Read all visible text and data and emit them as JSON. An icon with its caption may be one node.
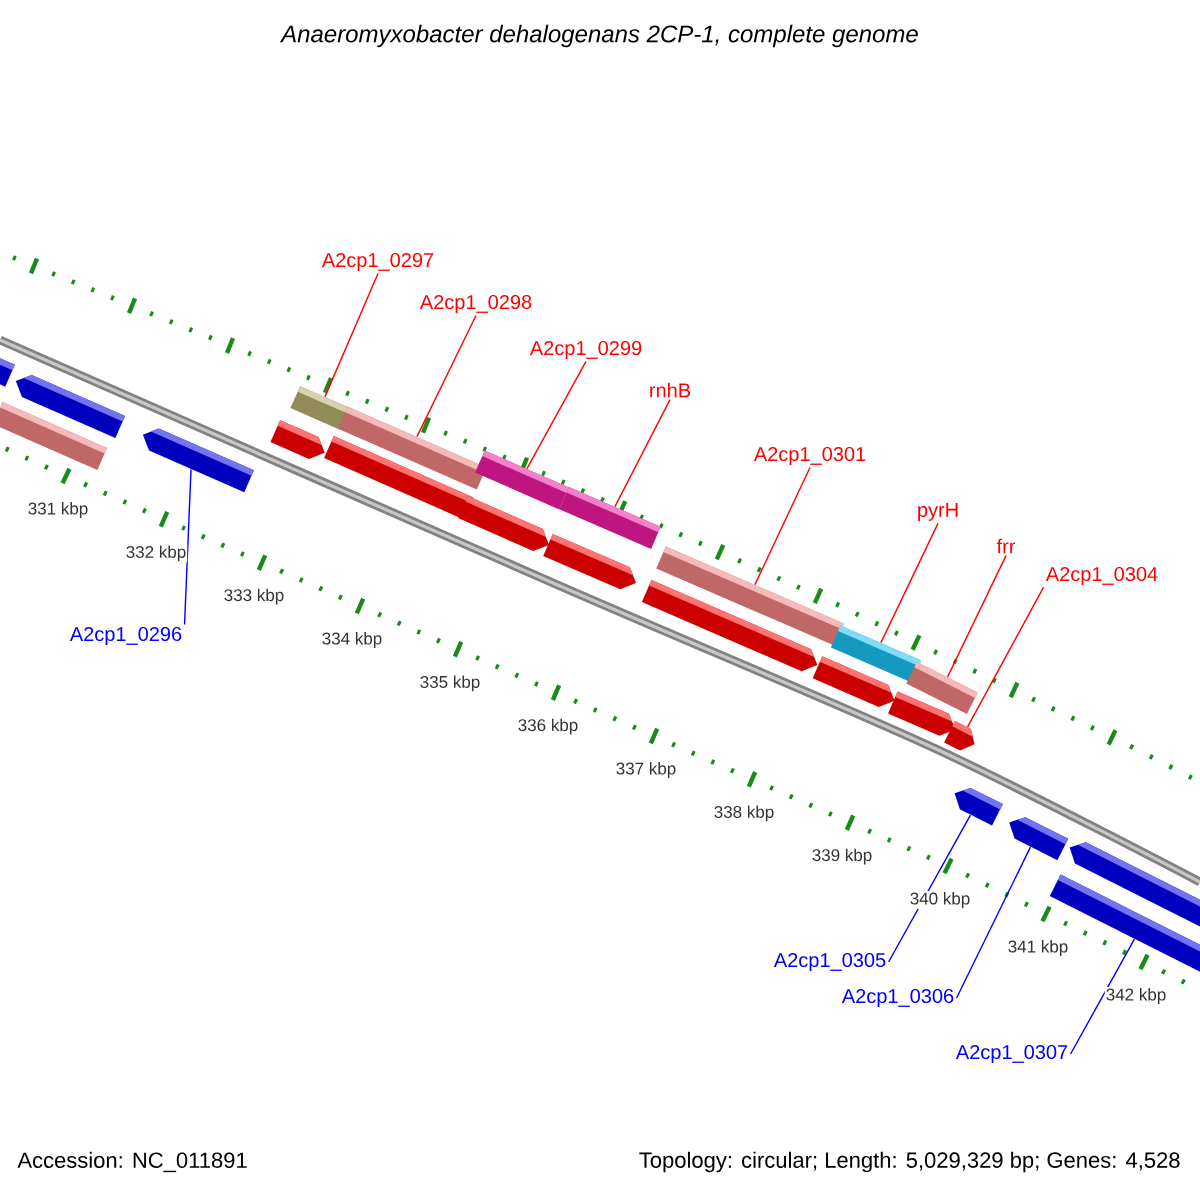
{
  "diagram": {
    "title": "Anaeromyxobacter dehalogenans 2CP-1, complete genome",
    "nodes": [
      {
        "text": [
          "A2cp1_0297"
        ]
      },
      {
        "text": [
          "A2cp1_0298"
        ]
      },
      {
        "text": [
          "A2cp1_0299"
        ]
      },
      {
        "text": [
          "rnhB"
        ]
      },
      {
        "text": [
          "A2cp1_0301"
        ]
      },
      {
        "text": [
          "pyrH"
        ]
      },
      {
        "text": [
          "frr"
        ]
      },
      {
        "text": [
          "A2cp1_0304"
        ]
      },
      {
        "text": [
          "A2cp1_0296"
        ]
      },
      {
        "text": [
          "A2cp1_0305"
        ]
      },
      {
        "text": [
          "A2cp1_0306"
        ]
      },
      {
        "text": [
          "A2cp1_0307"
        ]
      },
      {
        "text": [],
        "shape": "pentagon"
      },
      {
        "text": [],
        "shape": "box"
      },
      {
        "text": [],
        "shape": "pentagon"
      },
      {
        "text": [],
        "shape": "pentagon"
      },
      {
        "text": [],
        "shape": "pentagon"
      },
      {
        "text": [],
        "shape": "box"
      },
      {
        "text": [],
        "shape": "pentagon"
      },
      {
        "text": [],
        "shape": "box"
      },
      {
        "text": [],
        "shape": "pentagon"
      },
      {
        "text": [],
        "shape": "box"
      },
      {
        "text": [],
        "shape": "pentagon"
      },
      {
        "text": [],
        "shape": "box"
      },
      {
        "text": [],
        "shape": "pentagon"
      },
      {
        "text": [],
        "shape": "box"
      },
      {
        "text": [],
        "shape": "pentagon"
      },
      {
        "text": [],
        "shape": "box"
      },
      {
        "text": [],
        "shape": "pentagon"
      },
      {
        "text": [],
        "shape": "box"
      },
      {
        "text": [],
        "shape": "pentagon"
      },
      {
        "text": [],
        "shape": "pentagon"
      },
      {
        "text": [],
        "shape": "pentagon"
      },
      {
        "text": [],
        "shape": "box"
      },
      {
        "text": [],
        "shape": "pentagon"
      }
    ],
    "edges": [
      {
        "from": 0,
        "to": 17,
        "arrow": "none"
      },
      {
        "from": 1,
        "to": 19,
        "arrow": "none"
      },
      {
        "from": 2,
        "to": 21,
        "arrow": "none"
      },
      {
        "from": 3,
        "to": 23,
        "arrow": "none"
      },
      {
        "from": 4,
        "to": 25,
        "arrow": "none"
      },
      {
        "from": 5,
        "to": 27,
        "arrow": "none"
      },
      {
        "from": 6,
        "to": 29,
        "arrow": "none"
      },
      {
        "from": 7,
        "to": 30,
        "arrow": "none"
      },
      {
        "from": 8,
        "to": 15,
        "arrow": "none",
        "color": "#0000ff"
      },
      {
        "from": 9,
        "to": 31,
        "arrow": "none",
        "color": "#0000ff"
      },
      {
        "from": 10,
        "to": 32,
        "arrow": "none",
        "color": "#0000ff"
      },
      {
        "from": 11,
        "to": 33,
        "arrow": "none",
        "color": "#0000ff"
      }
    ],
    "labels": [
      "331 kbp",
      "332 kbp",
      "333 kbp",
      "334 kbp",
      "335 kbp",
      "336 kbp",
      "337 kbp",
      "338 kbp",
      "339 kbp",
      "340 kbp",
      "341 kbp",
      "342 kbp",
      "Accession: NC_011891",
      "Topology: circular; Length: 5,029,329 bp; Genes: 4,528"
    ]
  }
}
